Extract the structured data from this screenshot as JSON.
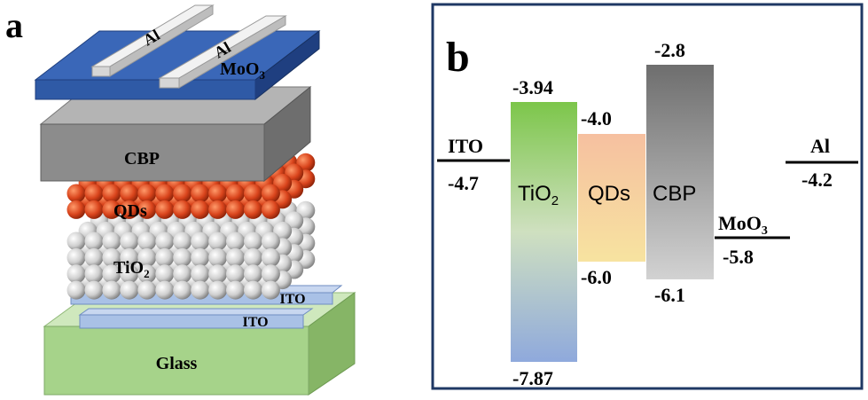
{
  "panel_a": {
    "label": "a",
    "layers": {
      "al": "Al",
      "moo3": "MoO",
      "moo3_sub": "3",
      "cbp": "CBP",
      "qds": "QDs",
      "tio2": "TiO",
      "tio2_sub": "2",
      "ito": "ITO",
      "glass": "Glass"
    },
    "colors": {
      "moo3": "#2f5aa6",
      "cbp": "#8c8c8c",
      "qds": "#d9441c",
      "tio2": "#cfcfcf",
      "ito": "#a9c1e6",
      "glass": "#a6d38a",
      "al": "#e6e6e6"
    }
  },
  "panel_b": {
    "label": "b",
    "ito": {
      "name": "ITO",
      "level": "-4.7"
    },
    "tio2": {
      "name": "TiO",
      "sub": "2",
      "top": "-3.94",
      "bottom": "-7.87"
    },
    "qds": {
      "name": "QDs",
      "top": "-4.0",
      "bottom": "-6.0"
    },
    "cbp": {
      "name": "CBP",
      "top": "-2.8",
      "bottom": "-6.1"
    },
    "moo3": {
      "name": "MoO",
      "sub": "3",
      "level": "-5.8"
    },
    "al": {
      "name": "Al",
      "level": "-4.2"
    },
    "border_color": "#1f3864"
  }
}
